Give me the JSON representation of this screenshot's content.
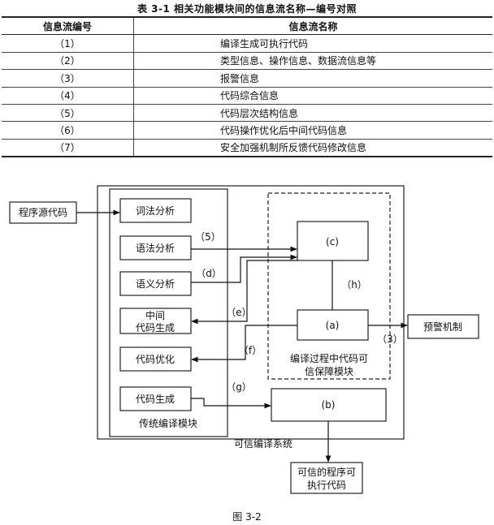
{
  "table": {
    "caption": "表 3-1   相关功能模块间的信息流名称—编号对照",
    "headers": [
      "信息流编号",
      "信息流名称"
    ],
    "rows": [
      {
        "id": "（1）",
        "name": "编译生成可执行代码"
      },
      {
        "id": "（2）",
        "name": "类型信息、操作信息、数据流信息等"
      },
      {
        "id": "（3）",
        "name": "报警信息"
      },
      {
        "id": "（4）",
        "name": "代码综合信息"
      },
      {
        "id": "（5）",
        "name": "代码层次结构信息"
      },
      {
        "id": "（6）",
        "name": "代码操作优化后中间代码信息"
      },
      {
        "id": "（7）",
        "name": "安全加强机制所反馈代码修改信息"
      }
    ]
  },
  "diagram": {
    "source": "程序源代码",
    "traditional": {
      "lexical": "词法分析",
      "syntax": "语法分析",
      "semantic": "语义分析",
      "intermediate": [
        "中间",
        "代码生成"
      ],
      "optimize": "代码优化",
      "codegen": "代码生成",
      "label": "传统编译模块"
    },
    "trusted_module": [
      "编译过程中代码可",
      "信保障模块"
    ],
    "box_a": "(a)",
    "box_b": "(b)",
    "box_c": "(c)",
    "warning": "预警机制",
    "system_label": "可信编译系统",
    "output": [
      "可信的程序可",
      "执行代码"
    ],
    "flow_labels": {
      "l5": "（5）",
      "d": "（d）",
      "e": "（e）",
      "f": "（f）",
      "g": "（g）",
      "h": "（h）",
      "l3": "（3）"
    }
  },
  "figure_caption": "图 3-2"
}
